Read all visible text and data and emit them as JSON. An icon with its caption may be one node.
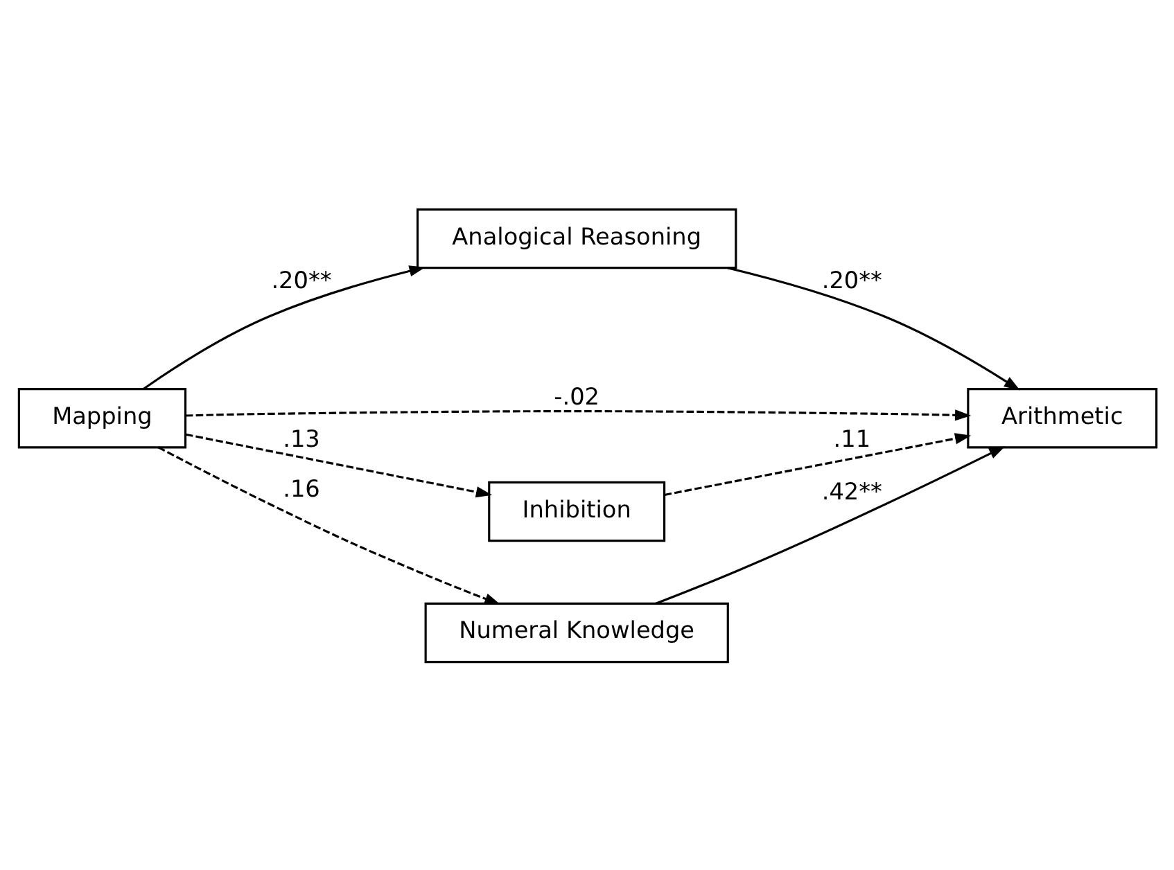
{
  "diagram": {
    "nodes": [
      {
        "text": [
          "Mapping"
        ]
      },
      {
        "text": [
          "Analogical Reasoning"
        ]
      },
      {
        "text": [
          "Arithmetic"
        ]
      },
      {
        "text": [
          "Inhibition"
        ]
      },
      {
        "text": [
          "Numeral Knowledge"
        ]
      }
    ],
    "edges": [
      {
        "from": 0,
        "to": 1,
        "arrow": "to",
        "label": ".20**"
      },
      {
        "from": 1,
        "to": 2,
        "arrow": "to",
        "label": ".20**"
      },
      {
        "from": 0,
        "to": 2,
        "arrow": "to",
        "label": "-.02",
        "style": "dashed"
      },
      {
        "from": 0,
        "to": 3,
        "arrow": "to",
        "label": ".13",
        "style": "dashed"
      },
      {
        "from": 3,
        "to": 2,
        "arrow": "to",
        "label": ".11",
        "style": "dashed"
      },
      {
        "from": 0,
        "to": 4,
        "arrow": "to",
        "label": ".16",
        "style": "dashed"
      },
      {
        "from": 4,
        "to": 2,
        "arrow": "to",
        "label": ".42**"
      }
    ]
  }
}
